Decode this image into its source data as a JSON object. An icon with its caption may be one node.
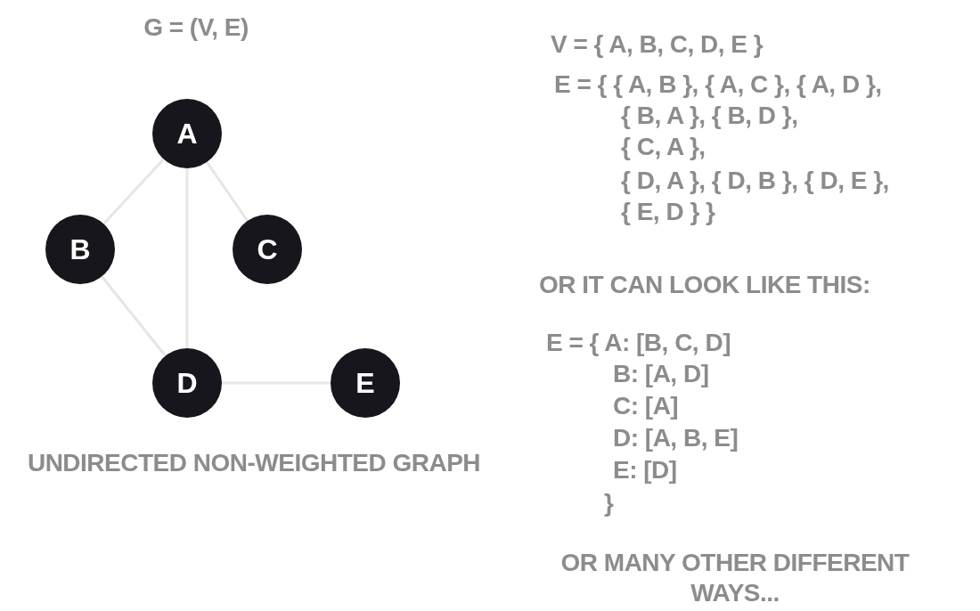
{
  "diagram": {
    "title": "G = (V, E)",
    "caption": "UNDIRECTED NON-WEIGHTED GRAPH",
    "nodes": [
      {
        "text": [
          "A"
        ]
      },
      {
        "text": [
          "B"
        ]
      },
      {
        "text": [
          "C"
        ]
      },
      {
        "text": [
          "D"
        ]
      },
      {
        "text": [
          "E"
        ]
      }
    ],
    "edges": [
      {
        "from": 0,
        "to": 1,
        "arrow": "none"
      },
      {
        "from": 0,
        "to": 2,
        "arrow": "none"
      },
      {
        "from": 0,
        "to": 3,
        "arrow": "none"
      },
      {
        "from": 1,
        "to": 3,
        "arrow": "none"
      },
      {
        "from": 3,
        "to": 4,
        "arrow": "none"
      }
    ],
    "labels": [
      "V = { A, B, C, D, E  }",
      "E = { { A, B }, { A, C }, { A, D },",
      "{ B, A }, { B, D },",
      "{ C, A },",
      "{ D, A }, { D, B }, { D, E },",
      "{ E, D } }",
      "OR IT CAN LOOK LIKE THIS:",
      "E = { A: [B, C, D]",
      "B: [A, D]",
      "C: [A]",
      "D: [A, B, E]",
      "E: [D]",
      "}",
      "OR MANY OTHER DIFFERENT WAYS..."
    ]
  }
}
